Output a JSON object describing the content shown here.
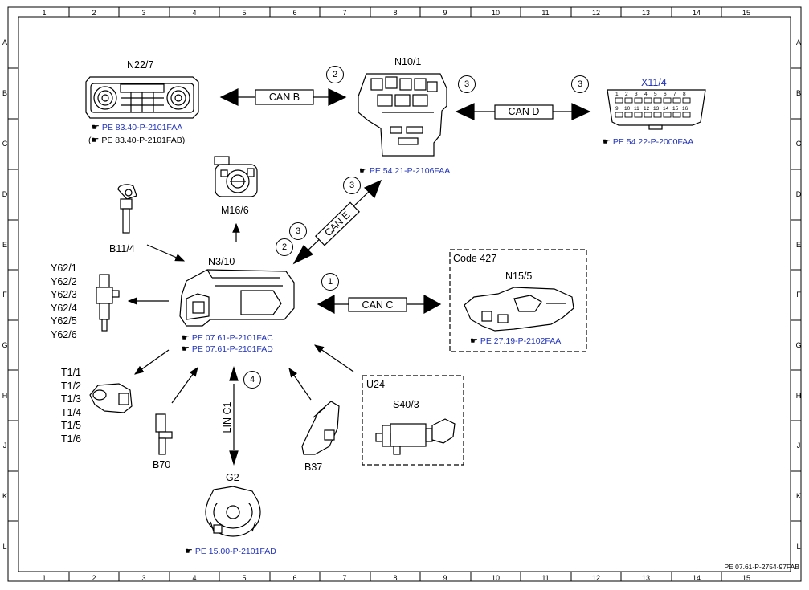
{
  "frame": {
    "columns": [
      "1",
      "2",
      "3",
      "4",
      "5",
      "6",
      "7",
      "8",
      "9",
      "10",
      "11",
      "12",
      "13",
      "14",
      "15"
    ],
    "rows": [
      "A",
      "B",
      "C",
      "D",
      "E",
      "F",
      "G",
      "H",
      "J",
      "K",
      "L"
    ],
    "doc_number": "PE 07.61-P-2754-97FAB"
  },
  "components": {
    "n22_7": {
      "label": "N22/7",
      "ref1": "PE 83.40-P-2101FAA",
      "ref2": "PE 83.40-P-2101FAB"
    },
    "n10_1": {
      "label": "N10/1",
      "ref": "PE 54.21-P-2106FAA"
    },
    "x11_4": {
      "label": "X11/4",
      "ref": "PE 54.22-P-2000FAA",
      "pins_top": [
        "1",
        "2",
        "3",
        "4",
        "5",
        "6",
        "7",
        "8"
      ],
      "pins_bottom": [
        "9",
        "10",
        "11",
        "12",
        "13",
        "14",
        "15",
        "16"
      ]
    },
    "m16_6": {
      "label": "M16/6"
    },
    "b11_4": {
      "label": "B11/4"
    },
    "n3_10": {
      "label": "N3/10",
      "ref1": "PE 07.61-P-2101FAC",
      "ref2": "PE 07.61-P-2101FAD"
    },
    "y62": {
      "labels": [
        "Y62/1",
        "Y62/2",
        "Y62/3",
        "Y62/4",
        "Y62/5",
        "Y62/6"
      ]
    },
    "n15_5": {
      "code": "Code 427",
      "label": "N15/5",
      "ref": "PE 27.19-P-2102FAA"
    },
    "t1": {
      "labels": [
        "T1/1",
        "T1/2",
        "T1/3",
        "T1/4",
        "T1/5",
        "T1/6"
      ]
    },
    "b70": {
      "label": "B70"
    },
    "g2": {
      "label": "G2",
      "ref": "PE 15.00-P-2101FAD"
    },
    "b37": {
      "label": "B37"
    },
    "u24": {
      "label": "U24",
      "sub_label": "S40/3"
    }
  },
  "buses": {
    "can_b": "CAN B",
    "can_d": "CAN D",
    "can_e": "CAN E",
    "can_c": "CAN C",
    "lin_c1": "LIN C1"
  },
  "markers": {
    "m2a": "2",
    "m3a": "3",
    "m3b": "3",
    "m3c": "3",
    "m3d": "3",
    "m2b": "2",
    "m1": "1",
    "m4": "4"
  }
}
